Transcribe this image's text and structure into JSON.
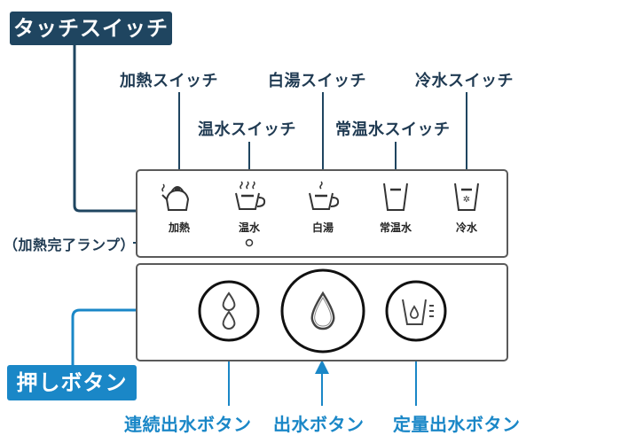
{
  "header": {
    "touch_switch_badge": "タッチスイッチ",
    "push_button_badge": "押しボタン"
  },
  "touch_switches": [
    {
      "callout": "加熱スイッチ",
      "icon": "kettle-icon",
      "label": "加熱"
    },
    {
      "callout": "温水スイッチ",
      "icon": "warm-cup-icon",
      "label": "温水"
    },
    {
      "callout": "白湯スイッチ",
      "icon": "plain-hot-cup-icon",
      "label": "白湯"
    },
    {
      "callout": "常温水スイッチ",
      "icon": "room-temp-glass-icon",
      "label": "常温水"
    },
    {
      "callout": "冷水スイッチ",
      "icon": "cold-glass-icon",
      "label": "冷水"
    }
  ],
  "heating_lamp": {
    "label": "（加熱完了ランプ）",
    "icon": "lamp-circle-icon"
  },
  "push_buttons": [
    {
      "callout": "連続出水ボタン",
      "icon": "double-drop-icon"
    },
    {
      "callout": "出水ボタン",
      "icon": "drop-icon"
    },
    {
      "callout": "定量出水ボタン",
      "icon": "measured-glass-icon"
    }
  ],
  "colors": {
    "touch_accent": "#1f4560",
    "push_accent": "#1a87c7",
    "panel_border": "#5a5a5a"
  }
}
